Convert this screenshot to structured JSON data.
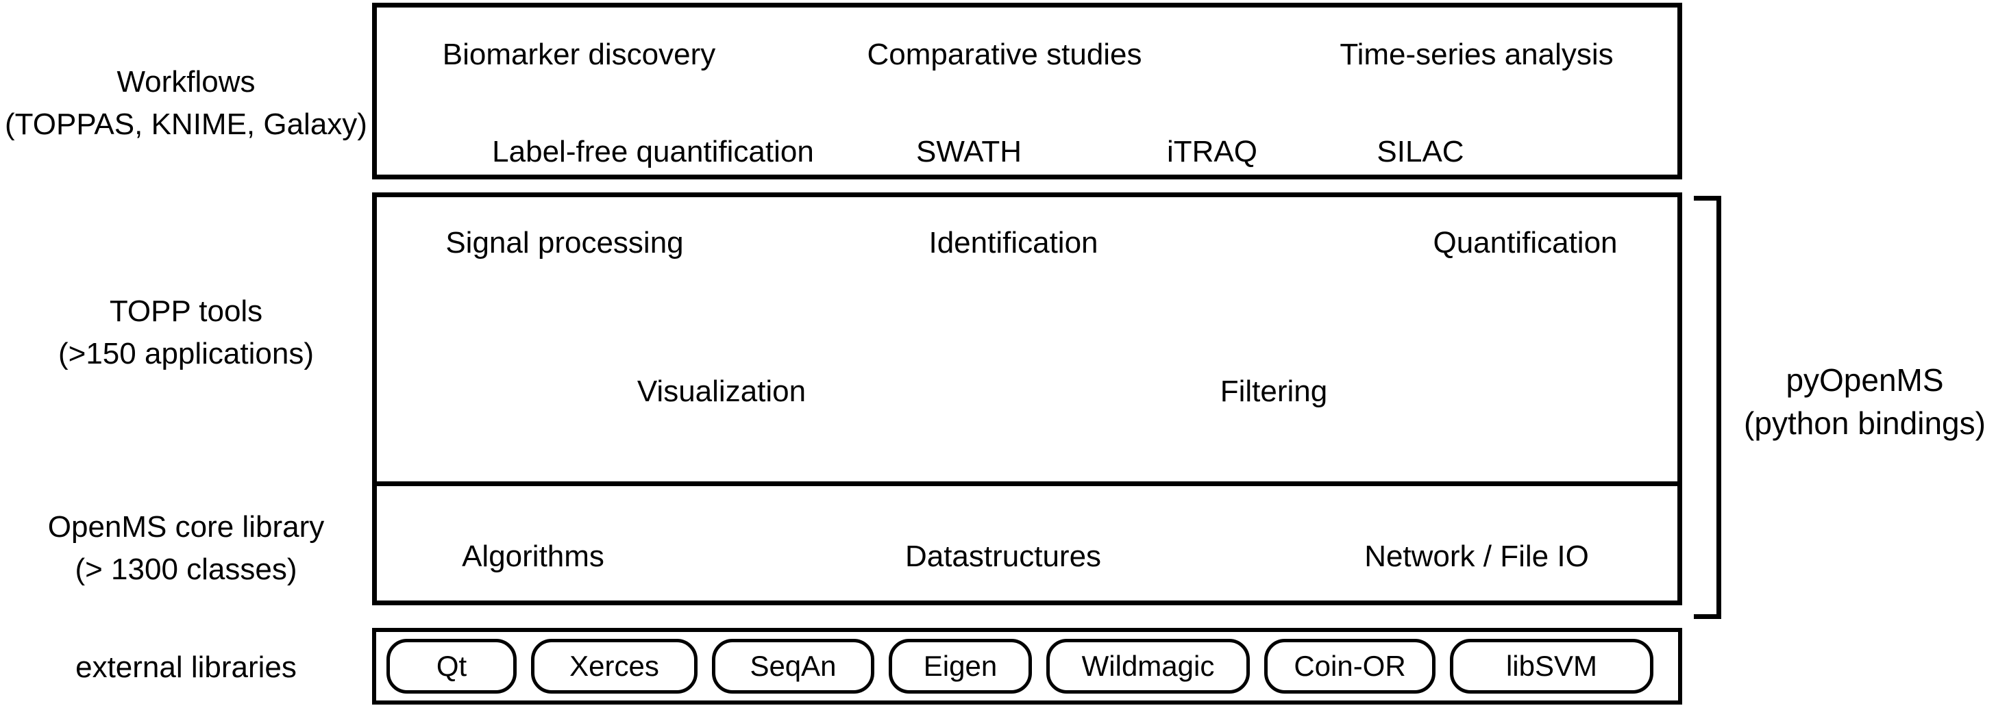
{
  "side_labels": {
    "workflows_title": "Workflows",
    "workflows_subtitle": "(TOPPAS, KNIME, Galaxy)",
    "topp_title": "TOPP tools",
    "topp_subtitle": "(>150 applications)",
    "core_title": "OpenMS core library",
    "core_subtitle": "(> 1300 classes)",
    "external_title": "external libraries"
  },
  "workflows_box": {
    "row1": [
      "Biomarker discovery",
      "Comparative studies",
      "Time-series analysis"
    ],
    "row2": [
      "Label-free quantification",
      "SWATH",
      "iTRAQ",
      "SILAC"
    ]
  },
  "topp_box": {
    "row1": [
      "Signal processing",
      "Identification",
      "Quantification"
    ],
    "row2": [
      "Visualization",
      "Filtering"
    ]
  },
  "core_box": {
    "row1": [
      "Algorithms",
      "Datastructures",
      "Network / File IO"
    ]
  },
  "external_box": {
    "pills": [
      "Qt",
      "Xerces",
      "SeqAn",
      "Eigen",
      "Wildmagic",
      "Coin-OR",
      "libSVM"
    ]
  },
  "pyopenms": {
    "title": "pyOpenMS",
    "subtitle": "(python bindings)"
  },
  "colors": {
    "ink": "#000000",
    "background": "#ffffff"
  }
}
